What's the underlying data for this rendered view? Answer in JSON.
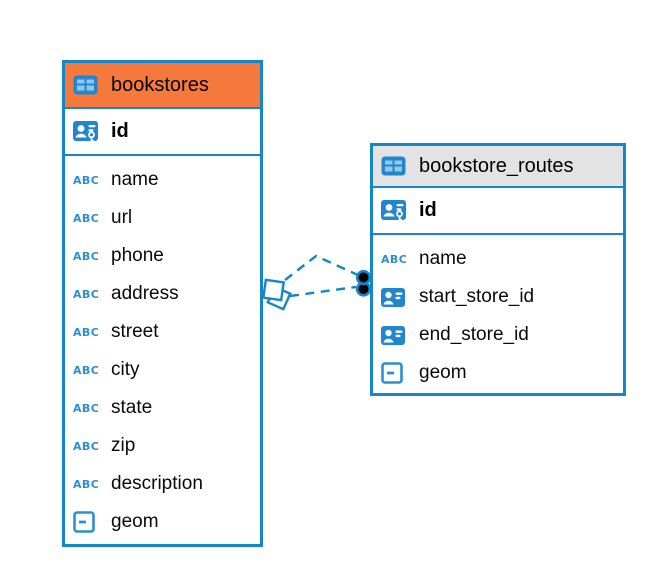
{
  "diagram": {
    "colors": {
      "accent_blue": "#1486C9",
      "icon_blue": "#2186CB",
      "icon_cell_blue": "#90C9EC",
      "selected_header_orange": "#F5793D",
      "header_gray": "#E3E3E3",
      "relationship_dot_black": "#000000",
      "background": "#ffffff"
    },
    "icon_labels": {
      "string": "ABC"
    },
    "tables": [
      {
        "name": "bookstores",
        "selected": true,
        "primary_key": {
          "name": "id",
          "type": "pk"
        },
        "columns": [
          {
            "name": "name",
            "type": "string"
          },
          {
            "name": "url",
            "type": "string"
          },
          {
            "name": "phone",
            "type": "string"
          },
          {
            "name": "address",
            "type": "string"
          },
          {
            "name": "street",
            "type": "string"
          },
          {
            "name": "city",
            "type": "string"
          },
          {
            "name": "state",
            "type": "string"
          },
          {
            "name": "zip",
            "type": "string"
          },
          {
            "name": "description",
            "type": "string"
          },
          {
            "name": "geom",
            "type": "object"
          }
        ]
      },
      {
        "name": "bookstore_routes",
        "selected": false,
        "primary_key": {
          "name": "id",
          "type": "pk"
        },
        "columns": [
          {
            "name": "name",
            "type": "string"
          },
          {
            "name": "start_store_id",
            "type": "reference"
          },
          {
            "name": "end_store_id",
            "type": "reference"
          },
          {
            "name": "geom",
            "type": "object"
          }
        ]
      }
    ],
    "relationships": [
      {
        "from_table": "bookstores",
        "to_table": "bookstore_routes",
        "style": "dashed"
      },
      {
        "from_table": "bookstores",
        "to_table": "bookstore_routes",
        "style": "dashed"
      }
    ]
  }
}
